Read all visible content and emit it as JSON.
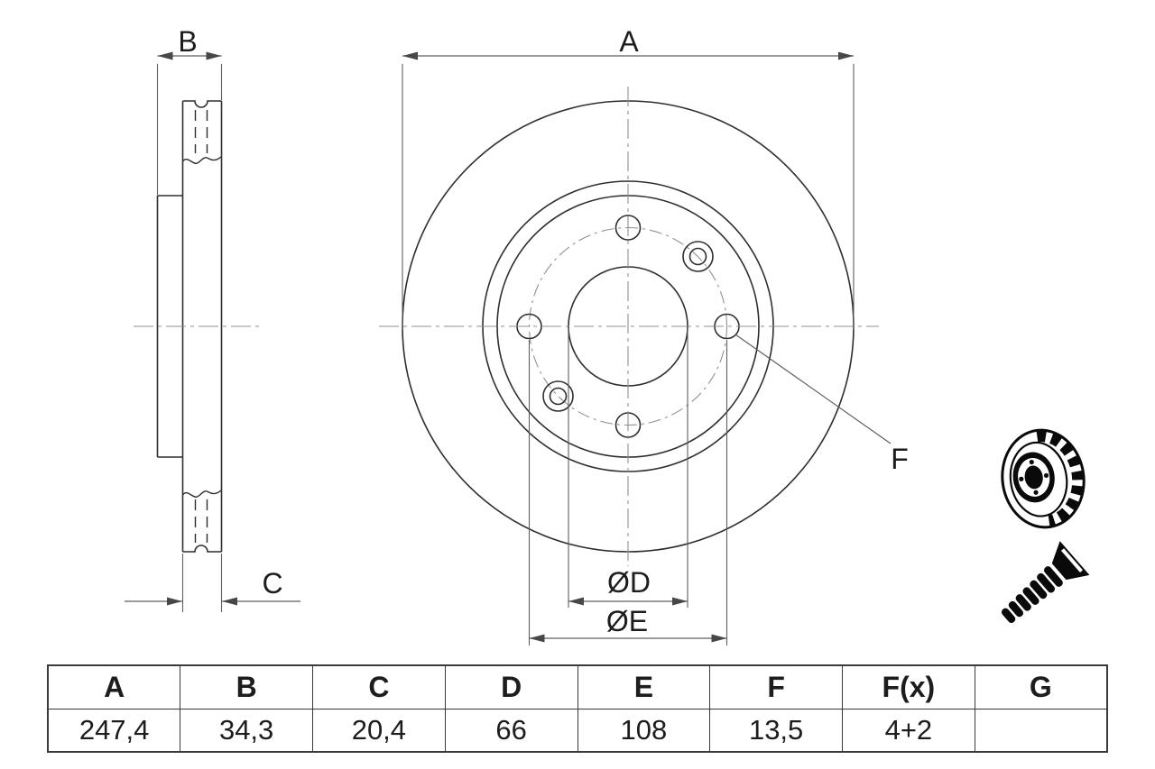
{
  "drawing": {
    "title": "vented brake disc technical drawing",
    "labels": {
      "a": "A",
      "b": "B",
      "c": "C",
      "f": "F",
      "d": "ØD",
      "e": "ØE"
    }
  },
  "table": {
    "headers": [
      "A",
      "B",
      "C",
      "D",
      "E",
      "F",
      "F(x)",
      "G"
    ],
    "values": [
      "247,4",
      "34,3",
      "20,4",
      "66",
      "108",
      "13,5",
      "4+2",
      ""
    ]
  },
  "icons": {
    "disc_3d": "brake-disc-3d-icon",
    "screw": "countersunk-screw-icon"
  },
  "colors": {
    "line": "#2e2e2e",
    "dim": "#5f5f5f",
    "center": "#919191",
    "ink": "#0a0a0a",
    "text": "#1d1d1d",
    "table_border": "#3a3a3a",
    "bg": "#ffffff"
  }
}
